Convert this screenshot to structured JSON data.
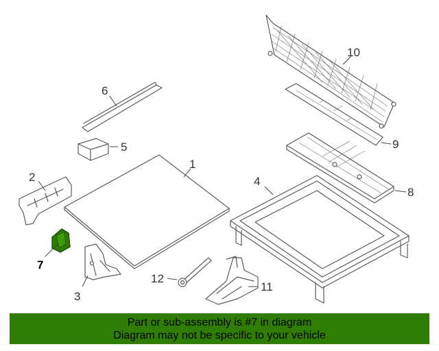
{
  "diagram": {
    "callouts": {
      "c1": "1",
      "c2": "2",
      "c3": "3",
      "c4": "4",
      "c5": "5",
      "c6": "6",
      "c7": "7",
      "c8": "8",
      "c9": "9",
      "c10": "10",
      "c11": "11",
      "c12": "12"
    },
    "highlight_color": "#2f7d05"
  },
  "banner": {
    "line1": "Part or sub-assembly is #7 in diagram",
    "line2": "Diagram may not be specific to your vehicle",
    "background": "#2f7d05"
  }
}
